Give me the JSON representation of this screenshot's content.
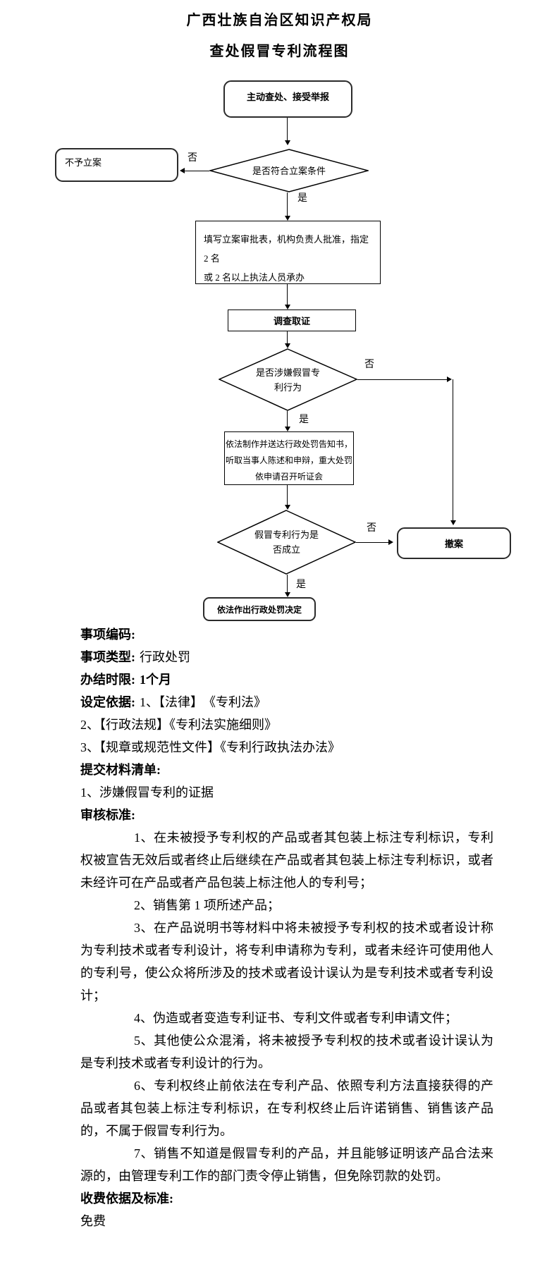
{
  "colors": {
    "ink": "#000000",
    "background": "#ffffff"
  },
  "page": {
    "title_line1": "广西壮族自治区知识产权局",
    "title_line2": "查处假冒专利流程图"
  },
  "flowchart": {
    "start": "主动查处、接受举报",
    "decision1": "是否符合立案条件",
    "no_case": "不予立案",
    "label_no": "否",
    "label_yes": "是",
    "register_line1": "填写立案审批表，机构负责人批准，指定 2 名",
    "register_line2": "或 2 名以上执法人员承办",
    "investigate": "调查取证",
    "decision2_line1": "是否涉嫌假冒专",
    "decision2_line2": "利行为",
    "notice_line1": "依法制作并送达行政处罚告知书，",
    "notice_line2": "听取当事人陈述和申辩，重大处罚",
    "notice_line3": "依申请召开听证会",
    "decision3_line1": "假冒专利行为是",
    "decision3_line2": "否成立",
    "withdraw": "撤案",
    "final": "依法作出行政处罚决定"
  },
  "details": {
    "item_code_label": "事项编码:",
    "item_type_label": "事项类型:",
    "item_type_value": "行政处罚",
    "deadline_label": "办结时限:",
    "deadline_value": "1个月",
    "legal_basis_label": "设定依据:",
    "legal_basis_items": [
      "1、【法律】　《专利法》",
      "2、【行政法规】《专利法实施细则》",
      "3、【规章或规范性文件】《专利行政执法办法》"
    ],
    "materials_label": "提交材料清单:",
    "materials_items": [
      "1、涉嫌假冒专利的证据"
    ],
    "review_label": "审核标准:",
    "review_items": [
      "1、在未被授予专利权的产品或者其包装上标注专利标识，专利权被宣告无效后或者终止后继续在产品或者其包装上标注专利标识，或者未经许可在产品或者产品包装上标注他人的专利号；",
      "2、销售第 1 项所述产品；",
      "3、在产品说明书等材料中将未被授予专利权的技术或者设计称为专利技术或者专利设计，将专利申请称为专利，或者未经许可使用他人的专利号，使公众将所涉及的技术或者设计误认为是专利技术或者专利设计；",
      "4、伪造或者变造专利证书、专利文件或者专利申请文件；",
      "5、其他使公众混淆，将未被授予专利权的技术或者设计误认为是专利技术或者专利设计的行为。",
      "6、专利权终止前依法在专利产品、依照专利方法直接获得的产品或者其包装上标注专利标识，在专利权终止后许诺销售、销售该产品的，不属于假冒专利行为。",
      "7、销售不知道是假冒专利的产品，并且能够证明该产品合法来源的，由管理专利工作的部门责令停止销售，但免除罚款的处罚。"
    ],
    "fee_label": "收费依据及标准:",
    "fee_value": "免费"
  }
}
